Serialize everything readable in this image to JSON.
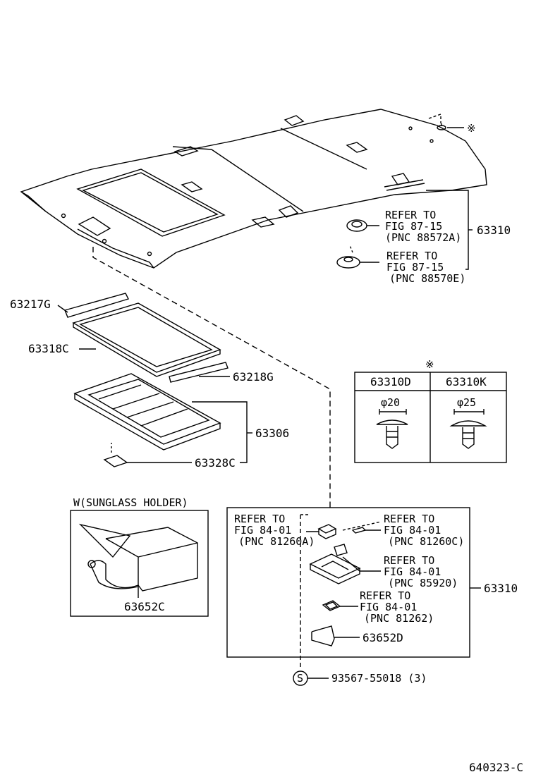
{
  "parts": {
    "p63310_top": "63310",
    "p63217G": "63217G",
    "p63318C": "63318C",
    "p63218G": "63218G",
    "p63306": "63306",
    "p63328C": "63328C",
    "p63652C": "63652C",
    "p63310_lamp": "63310",
    "p63652D": "63652D",
    "screw_part": "93567-55018 (3)",
    "screw_symbol": "S"
  },
  "refs": {
    "r1": {
      "line1": "REFER TO",
      "line2": "FIG 87-15",
      "line3": "(PNC 88572A)"
    },
    "r2": {
      "line1": "REFER TO",
      "line2": "FIG 87-15",
      "line3": "(PNC 88570E)"
    },
    "r3": {
      "line1": "REFER TO",
      "line2": "FIG 84-01",
      "line3": "(PNC 81260A)"
    },
    "r4": {
      "line1": "REFER TO",
      "line2": "FIG 84-01",
      "line3": "(PNC 81260C)"
    },
    "r5": {
      "line1": "REFER TO",
      "line2": "FIG 84-01",
      "line3": "(PNC 85920)"
    },
    "r6": {
      "line1": "REFER TO",
      "line2": "FIG 84-01",
      "line3": "(PNC 81262)"
    }
  },
  "clip_table": {
    "mark": "※",
    "col1": {
      "header": "63310D",
      "diameter": "φ20"
    },
    "col2": {
      "header": "63310K",
      "diameter": "φ25"
    }
  },
  "star_mark": "※",
  "sunglass_title": "W(SUNGLASS HOLDER)",
  "figure_id": "640323-C"
}
